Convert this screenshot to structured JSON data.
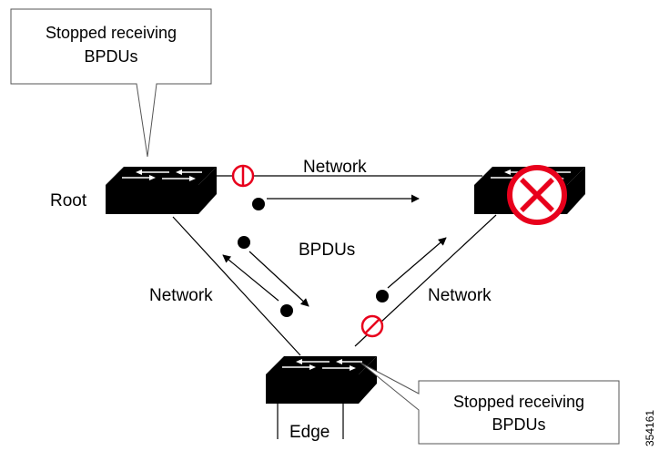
{
  "diagram": {
    "callout_top": {
      "line1": "Stopped receiving",
      "line2": "BPDUs"
    },
    "callout_bottom": {
      "line1": "Stopped receiving",
      "line2": "BPDUs"
    },
    "labels": {
      "root": "Root",
      "edge": "Edge",
      "network_top": "Network",
      "network_left": "Network",
      "network_right": "Network",
      "bpdus": "BPDUs"
    },
    "figure_id": "354161",
    "colors": {
      "switch_body": "#000000",
      "link": "#000000",
      "block_symbol": "#e8001c",
      "callout_border": "#555555"
    },
    "icons": {
      "root_switch": "switch-icon",
      "right_switch": "switch-icon",
      "edge_switch": "switch-icon",
      "failed_marker": "x-circle-icon",
      "blocked_port_root": "port-blocked-icon",
      "blocked_port_edge": "no-entry-icon"
    }
  }
}
